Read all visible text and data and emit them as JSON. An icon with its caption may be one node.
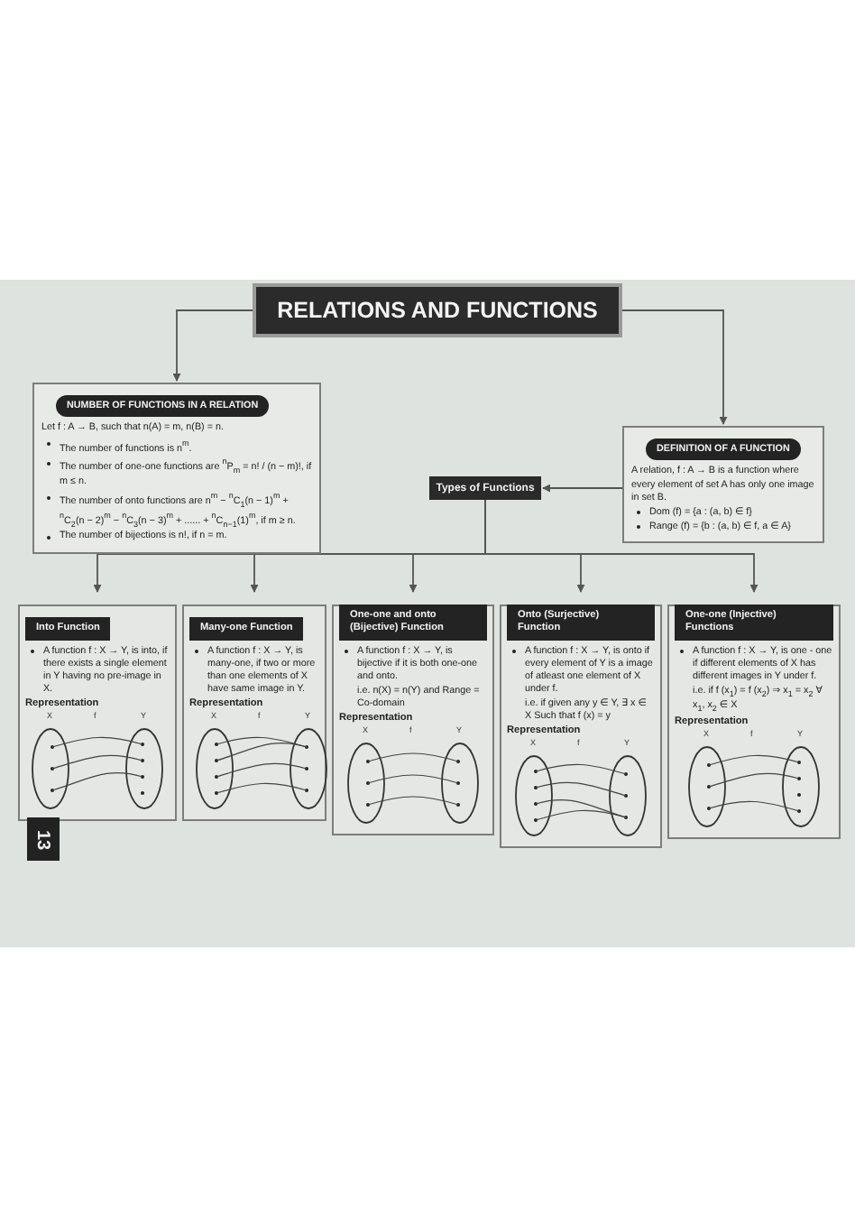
{
  "diagram": {
    "nodes": [
      {
        "text": [
          "RELATIONS AND FUNCTIONS"
        ]
      },
      {
        "text": [
          "NUMBER OF FUNCTIONS IN A RELATION",
          "Let f : A → B, such that n(A) = m, n(B) = n.",
          "The number of functions is n$^{m}$.",
          "The number of one-one functions are $^{n}$P$_{m}$ = n! / (n − m)!, if m ≤ n.",
          "The number of onto functions are n$^{m}$ − $^{n}$C$_{1}$(n − 1)$^{m}$ + $^{n}$C$_{2}$(n − 2)$^{m}$ − $^{n}$C$_{3}$(n − 3)$^{m}$ + ...... + $^{n}$C$_{n−1}$(1)$^{m}$, if m ≥ n.",
          "The number of bijections is n!, if n = m."
        ]
      },
      {
        "text": [
          "DEFINITION OF A FUNCTION",
          "A relation, f : A → B is a function where every element of set A has only one image in set B.",
          "Dom (f) = {a : (a, b) ∈ f}",
          "Range (f) = {b : (a, b) ∈ f, a ∈ A}"
        ]
      },
      {
        "text": [
          "Types of Functions"
        ]
      },
      {
        "text": [
          "Into Function",
          "A function f : X → Y, is into, if there exists a single element in Y having no pre-image in X.",
          "Representation"
        ]
      },
      {
        "text": [
          "Many-one Function",
          "A function f : X → Y, is many-one, if two or more than one elements of X have same image in Y.",
          "Representation"
        ]
      },
      {
        "text": [
          "One-one and onto (Bijective) Function",
          "A function f : X → Y, is bijective if it is both one-one and onto.",
          "i.e. n(X) = n(Y) and Range = Co-domain",
          "Representation"
        ]
      },
      {
        "text": [
          "Onto (Surjective) Function",
          "A function f : X → Y, is onto if every element of Y is a image of atleast one element of X under f.",
          "i.e. if given any y ∈ Y, ∃ x ∈ X Such that f (x) = y",
          "Representation"
        ]
      },
      {
        "text": [
          "One-one (Injective) Functions",
          "A function f : X → Y, is one - one if different elements of X has different images in Y under f.",
          "i.e. if f (x$_{1}$) = f (x$_{2}$) ⇒ x$_{1}$ = x$_{2}$ ∀ x$_{1}$, x$_{2}$ ∈ X",
          "Representation"
        ]
      }
    ],
    "edges": [
      {
        "from": 0,
        "to": 1,
        "arrow": "to"
      },
      {
        "from": 0,
        "to": 2,
        "arrow": "to"
      },
      {
        "from": 2,
        "to": 3,
        "arrow": "to"
      },
      {
        "from": 3,
        "to": 4,
        "arrow": "to"
      },
      {
        "from": 3,
        "to": 5,
        "arrow": "to"
      },
      {
        "from": 3,
        "to": 6,
        "arrow": "to"
      },
      {
        "from": 3,
        "to": 7,
        "arrow": "to"
      },
      {
        "from": 3,
        "to": 8,
        "arrow": "to"
      }
    ],
    "labels": [
      "X",
      "f",
      "Y",
      "X",
      "f",
      "Y",
      "X",
      "f",
      "Y",
      "X",
      "f",
      "Y",
      "X",
      "f",
      "Y",
      "13"
    ]
  }
}
